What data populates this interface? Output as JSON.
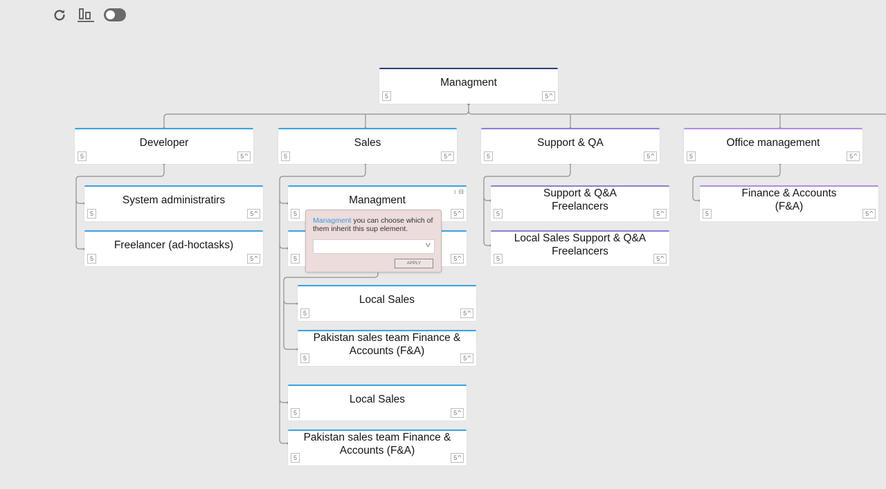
{
  "toolbar": {
    "refresh_icon": "refresh-icon",
    "align_icon": "align-bottom-icon",
    "toggle_state": "off"
  },
  "popup": {
    "highlight": "Managment",
    "message": " you can choose which of them inherit this sup element.",
    "select_value": "",
    "apply_label": "APPLY"
  },
  "nodes": {
    "root": {
      "label": "Managment",
      "count_left": "5",
      "count_right": "5"
    },
    "developer": {
      "label": "Developer",
      "count_left": "5",
      "count_right": "5"
    },
    "sales": {
      "label": "Sales",
      "count_left": "5",
      "count_right": "5"
    },
    "support": {
      "label": "Support & QA",
      "count_left": "5",
      "count_right": "5"
    },
    "office": {
      "label": "Office management",
      "count_left": "5",
      "count_right": "5"
    },
    "sysadmin": {
      "label": "System administratirs",
      "count_left": "5",
      "count_right": "5"
    },
    "freelancer": {
      "label": "Freelancer (ad-hoctasks)",
      "count_left": "5",
      "count_right": "5"
    },
    "sales_mgmt": {
      "label": "Managment",
      "count_left": "5",
      "count_right": "5"
    },
    "sales_hidden": {
      "label": "",
      "count_left": "5",
      "count_right": "5"
    },
    "local_sales_1": {
      "label": "Local Sales",
      "count_left": "5",
      "count_right": "5"
    },
    "pakistan_1": {
      "label": "Pakistan sales team Finance & Accounts (F&A)",
      "count_left": "5",
      "count_right": "5"
    },
    "local_sales_2": {
      "label": "Local Sales",
      "count_left": "5",
      "count_right": "5"
    },
    "pakistan_2": {
      "label": "Pakistan sales team Finance & Accounts (F&A)",
      "count_left": "5",
      "count_right": "5"
    },
    "support_freelance": {
      "label": "Support & Q&A Freelancers",
      "count_left": "5",
      "count_right": "5"
    },
    "local_support": {
      "label": "Local Sales Support & Q&A Freelancers",
      "count_left": "5",
      "count_right": "5"
    },
    "finance": {
      "label": "Finance & Accounts (F&A)",
      "count_left": "5",
      "count_right": "5"
    }
  },
  "colors": {
    "background": "#e9e9e9",
    "root_bar": "#2c3e7a",
    "blue_bar": "#3aa3e3",
    "purple_bar": "#8a7fd8",
    "lavender_bar": "#b38de0",
    "connector": "#8f8f8f",
    "popup_bg": "#ecdcdc"
  }
}
